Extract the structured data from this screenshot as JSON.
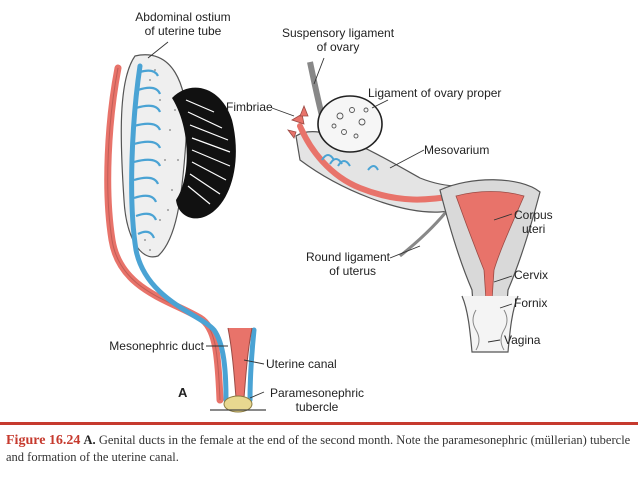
{
  "labels": {
    "abdominal_ostium": [
      "Abdominal ostium",
      "of uterine tube"
    ],
    "suspensory_ligament": [
      "Suspensory ligament",
      "of ovary"
    ],
    "ligament_of_ovary_proper": "Ligament of ovary proper",
    "fimbriae": "Fimbriae",
    "mesovarium": "Mesovarium",
    "corpus_uteri": [
      "Corpus",
      "uteri"
    ],
    "round_ligament": [
      "Round ligament",
      "of uterus"
    ],
    "cervix": "Cervix",
    "fornix": "Fornix",
    "vagina": "Vagina",
    "mesonephric_duct": "Mesonephric duct",
    "uterine_canal": "Uterine canal",
    "paramesonephric_tubercle": [
      "Paramesonephric",
      "tubercle"
    ],
    "panel_a": "A"
  },
  "caption": {
    "figure_number": "Figure 16.24",
    "panel": "A.",
    "text": "Genital ducts in the female at the end of the second month. Note the paramesonephric (müllerian) tubercle and formation of the uterine canal."
  },
  "colors": {
    "mesonephric": "#e8736a",
    "paramesonephric": "#4aa3d4",
    "gonad": "#111111",
    "uterus": "#e8736a",
    "tissue": "#d9d9d9",
    "tubercle": "#e8d890",
    "caption_accent": "#c63a2e"
  }
}
